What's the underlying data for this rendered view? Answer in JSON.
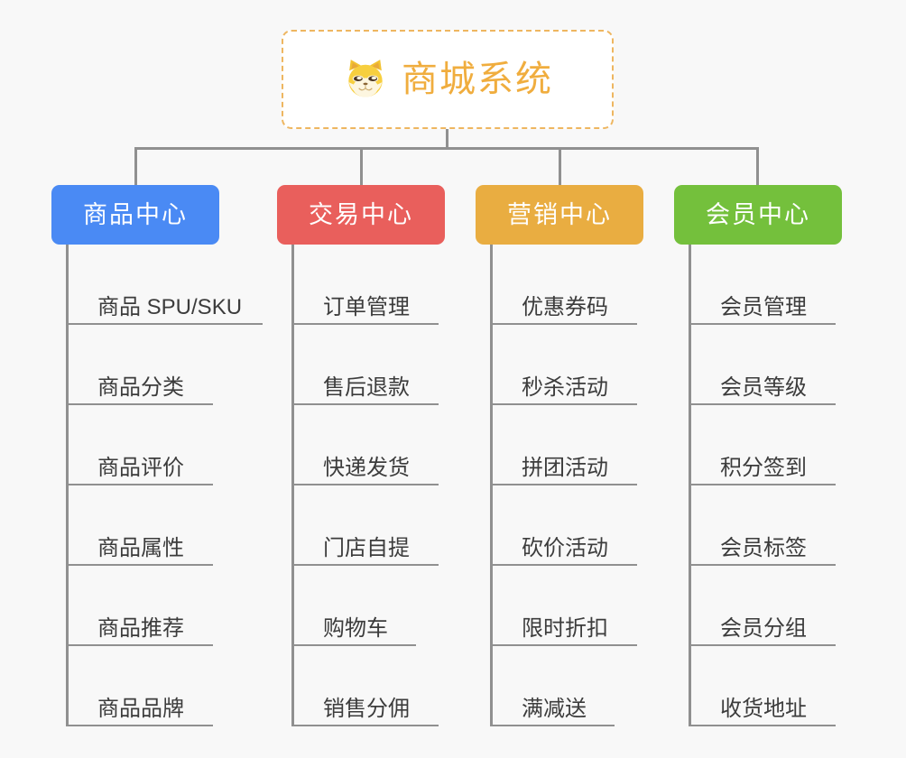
{
  "background_color": "#f8f8f8",
  "connector_color": "#909090",
  "root": {
    "title": "商城系统",
    "icon": "shiba-dog-icon",
    "text_color": "#f0ad3e",
    "border_color": "#eeb660",
    "background": "#ffffff"
  },
  "branches": [
    {
      "label": "商品中心",
      "color": "#4a8af4",
      "items": [
        "商品 SPU/SKU",
        "商品分类",
        "商品评价",
        "商品属性",
        "商品推荐",
        "商品品牌"
      ]
    },
    {
      "label": "交易中心",
      "color": "#e95f5c",
      "items": [
        "订单管理",
        "售后退款",
        "快递发货",
        "门店自提",
        "购物车",
        "销售分佣"
      ]
    },
    {
      "label": "营销中心",
      "color": "#e9ad41",
      "items": [
        "优惠券码",
        "秒杀活动",
        "拼团活动",
        "砍价活动",
        "限时折扣",
        "满减送"
      ]
    },
    {
      "label": "会员中心",
      "color": "#74c03c",
      "items": [
        "会员管理",
        "会员等级",
        "积分签到",
        "会员标签",
        "会员分组",
        "收货地址"
      ]
    }
  ]
}
